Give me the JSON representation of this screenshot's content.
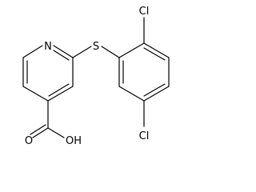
{
  "molecule": {
    "atoms": {
      "pyridine_nitrogen": "N",
      "thioether_sulfur": "S",
      "chlorine_ortho": "Cl",
      "chlorine_meta": "Cl",
      "carboxyl_oxygen": "O",
      "hydroxyl": "OH"
    },
    "colors": {
      "ink": "#000000",
      "background": "#ffffff"
    }
  }
}
